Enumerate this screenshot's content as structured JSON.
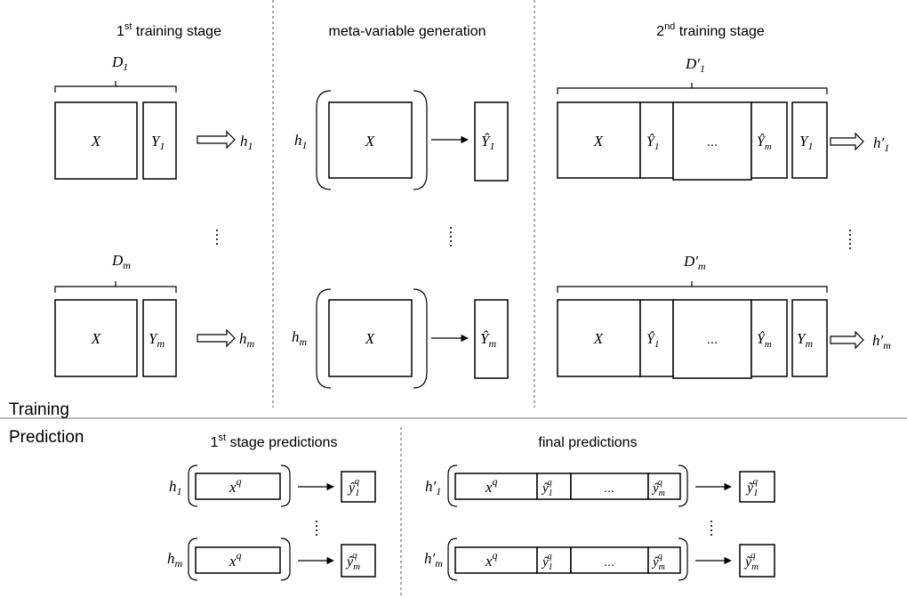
{
  "stages": {
    "first": {
      "label": "1",
      "sup": "st",
      "rest": " training stage"
    },
    "meta": {
      "label": "meta-variable generation"
    },
    "second": {
      "label": "2",
      "sup": "nd",
      "rest": " training stage"
    }
  },
  "sections": {
    "training": "Training",
    "prediction": "Prediction"
  },
  "prediction_headers": {
    "first": {
      "label": "1",
      "sup": "st",
      "rest": " stage predictions"
    },
    "final": {
      "label": "final predictions"
    }
  },
  "math": {
    "D": "D",
    "D_prime": "D′",
    "X": "X",
    "Y": "Y",
    "Y_hat": "Ŷ",
    "h": "h",
    "h_prime": "h′",
    "x": "x",
    "q": "q",
    "y_hat": "ŷ",
    "y_tilde": "ỹ",
    "sub_1": "1",
    "sub_m": "m",
    "ellipsis": "..."
  }
}
